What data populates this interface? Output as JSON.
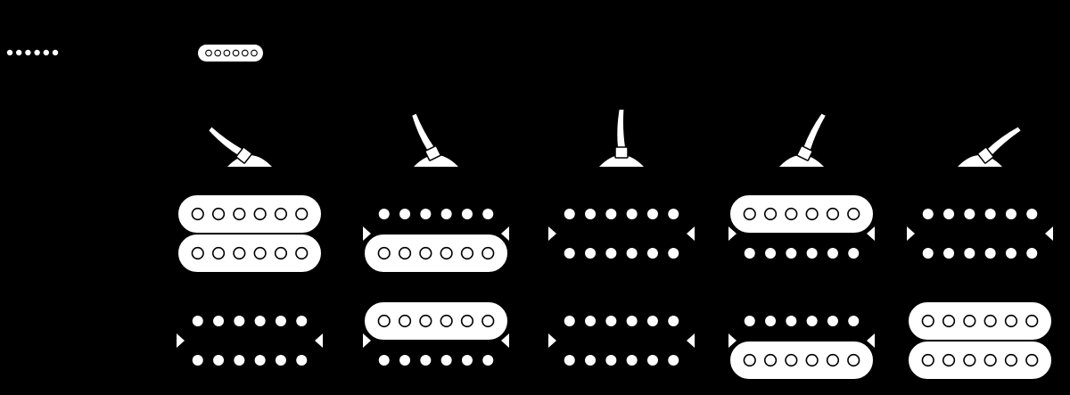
{
  "colors": {
    "background": "#000000",
    "foreground": "#ffffff",
    "active_coil": "#ffffff",
    "inactive_coil": "#000000"
  },
  "legend": {
    "inactive_coil_icon": "six-dot-pole-row-icon",
    "active_coil_icon": "six-circle-pole-coil-icon"
  },
  "switch_positions": [
    {
      "lever": "full-left",
      "neck": {
        "top": true,
        "bottom": true
      },
      "bridge": {
        "top": false,
        "bottom": false
      }
    },
    {
      "lever": "mid-left",
      "neck": {
        "top": false,
        "bottom": true
      },
      "bridge": {
        "top": true,
        "bottom": false
      }
    },
    {
      "lever": "center",
      "neck": {
        "top": false,
        "bottom": false
      },
      "bridge": {
        "top": false,
        "bottom": false
      }
    },
    {
      "lever": "mid-right",
      "neck": {
        "top": true,
        "bottom": false
      },
      "bridge": {
        "top": false,
        "bottom": true
      }
    },
    {
      "lever": "full-right",
      "neck": {
        "top": false,
        "bottom": false
      },
      "bridge": {
        "top": true,
        "bottom": true
      }
    }
  ]
}
